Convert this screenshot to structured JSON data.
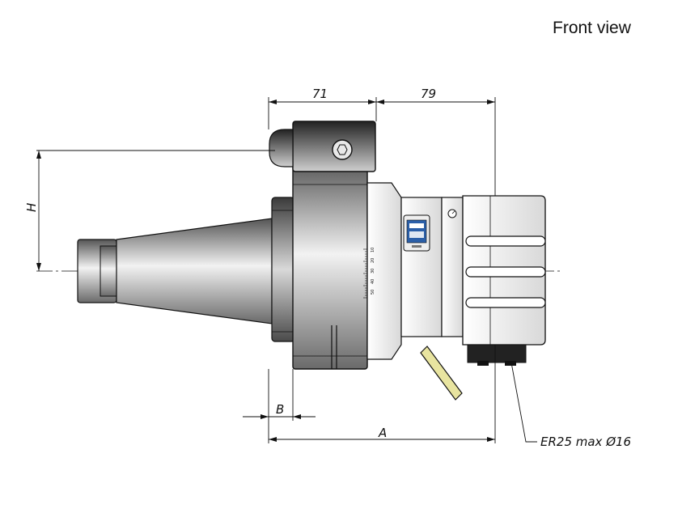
{
  "view_title": "Front view",
  "dimensions": {
    "top_left": "71",
    "top_right": "79",
    "height": "H",
    "flange": "B",
    "overall": "A"
  },
  "callout": "ER25 max Ø16",
  "scale_marks": [
    "10",
    "20",
    "30",
    "40",
    "50"
  ],
  "colors": {
    "line": "#111111",
    "handle": "#e8e4a0",
    "logo": "#2b5fa8"
  }
}
